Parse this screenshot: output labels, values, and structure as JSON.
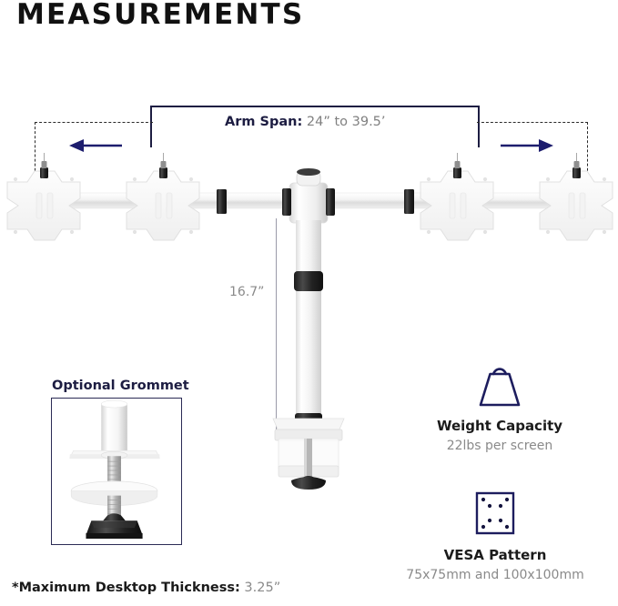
{
  "page": {
    "title": "MEASUREMENTS",
    "background_color": "#ffffff",
    "accent_navy": "#1d1d42",
    "muted_gray": "#8a8a8a"
  },
  "arm_span": {
    "label": "Arm Span:",
    "value": "24” to 39.5’",
    "left_arrow_icon": "arrow-left-icon",
    "right_arrow_icon": "arrow-right-icon"
  },
  "height": {
    "value": "16.7”"
  },
  "grommet": {
    "title": "Optional Grommet"
  },
  "features": [
    {
      "id": "weight-capacity",
      "icon": "weight-icon",
      "label": "Weight Capacity",
      "sub": "22lbs per screen"
    },
    {
      "id": "vesa-pattern",
      "icon": "vesa-square-icon",
      "label": "VESA Pattern",
      "sub": "75x75mm and 100x100mm"
    }
  ],
  "footnote": {
    "label": "*Maximum Desktop Thickness:",
    "value": "3.25”"
  }
}
